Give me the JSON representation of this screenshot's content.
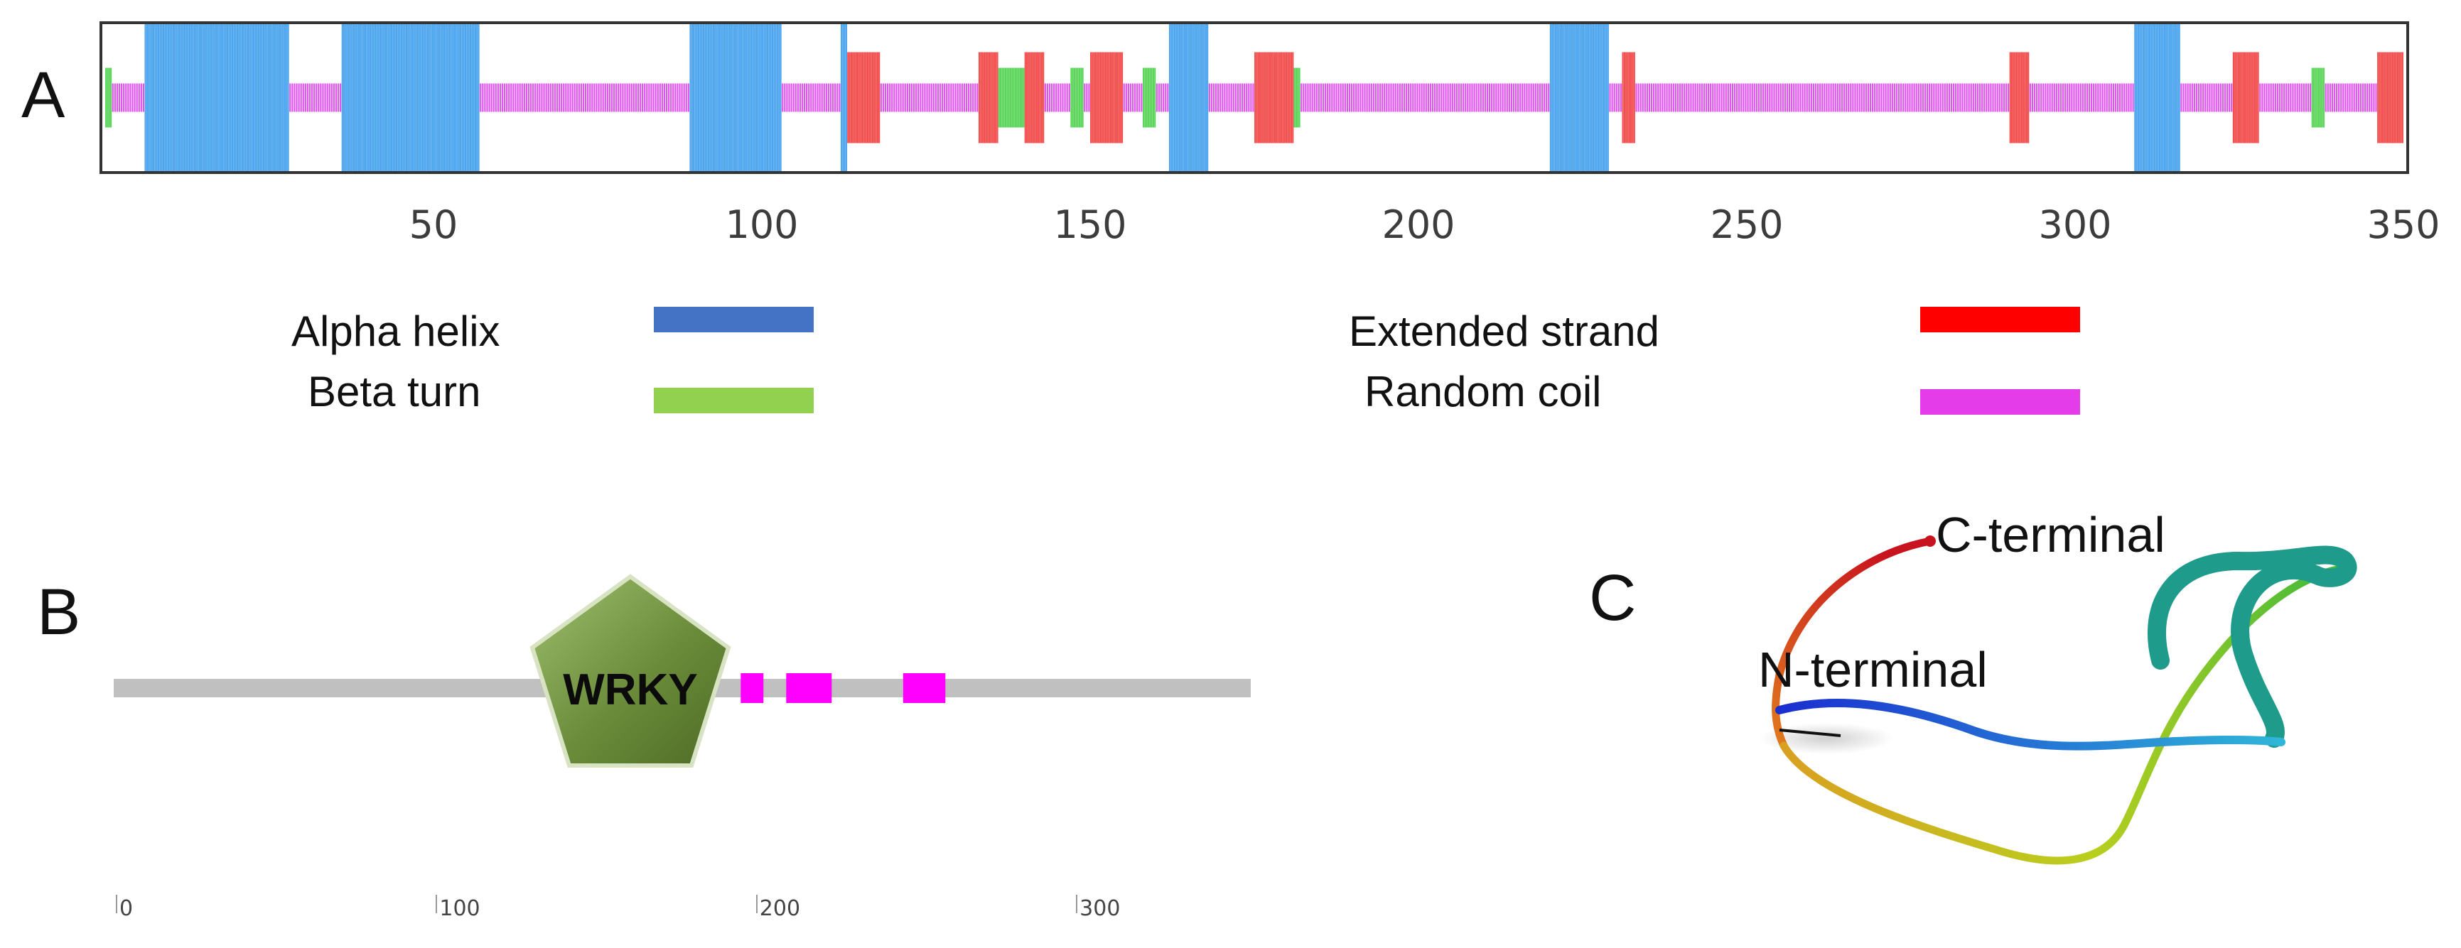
{
  "panels": {
    "a": {
      "letter": "A"
    },
    "b": {
      "letter": "B"
    },
    "c": {
      "letter": "C"
    }
  },
  "secondary_structure": {
    "length": 350,
    "axis_ticks": [
      "50",
      "100",
      "150",
      "200",
      "250",
      "300",
      "350"
    ],
    "colors": {
      "helix": "#4da6ee",
      "strand": "#f24f4f",
      "turn": "#5ed65e",
      "coil": "#df55ee"
    },
    "segments": [
      {
        "type": "turn",
        "start": 1,
        "end": 1
      },
      {
        "type": "coil",
        "start": 2,
        "end": 6
      },
      {
        "type": "helix",
        "start": 7,
        "end": 28
      },
      {
        "type": "coil",
        "start": 29,
        "end": 36
      },
      {
        "type": "helix",
        "start": 37,
        "end": 57
      },
      {
        "type": "coil",
        "start": 58,
        "end": 89
      },
      {
        "type": "helix",
        "start": 90,
        "end": 103
      },
      {
        "type": "coil",
        "start": 104,
        "end": 112
      },
      {
        "type": "helix",
        "start": 113,
        "end": 113
      },
      {
        "type": "strand",
        "start": 114,
        "end": 118
      },
      {
        "type": "coil",
        "start": 119,
        "end": 133
      },
      {
        "type": "strand",
        "start": 134,
        "end": 136
      },
      {
        "type": "turn",
        "start": 137,
        "end": 140
      },
      {
        "type": "strand",
        "start": 141,
        "end": 143
      },
      {
        "type": "coil",
        "start": 144,
        "end": 147
      },
      {
        "type": "turn",
        "start": 148,
        "end": 149
      },
      {
        "type": "coil",
        "start": 150,
        "end": 150
      },
      {
        "type": "strand",
        "start": 151,
        "end": 155
      },
      {
        "type": "coil",
        "start": 156,
        "end": 158
      },
      {
        "type": "turn",
        "start": 159,
        "end": 160
      },
      {
        "type": "coil",
        "start": 161,
        "end": 162
      },
      {
        "type": "helix",
        "start": 163,
        "end": 168
      },
      {
        "type": "coil",
        "start": 169,
        "end": 175
      },
      {
        "type": "strand",
        "start": 176,
        "end": 181
      },
      {
        "type": "turn",
        "start": 182,
        "end": 182
      },
      {
        "type": "coil",
        "start": 183,
        "end": 220
      },
      {
        "type": "helix",
        "start": 221,
        "end": 229
      },
      {
        "type": "coil",
        "start": 230,
        "end": 231
      },
      {
        "type": "strand",
        "start": 232,
        "end": 233
      },
      {
        "type": "coil",
        "start": 234,
        "end": 290
      },
      {
        "type": "strand",
        "start": 291,
        "end": 293
      },
      {
        "type": "coil",
        "start": 294,
        "end": 309
      },
      {
        "type": "helix",
        "start": 310,
        "end": 316
      },
      {
        "type": "coil",
        "start": 317,
        "end": 324
      },
      {
        "type": "strand",
        "start": 325,
        "end": 328
      },
      {
        "type": "coil",
        "start": 329,
        "end": 336
      },
      {
        "type": "turn",
        "start": 337,
        "end": 338
      },
      {
        "type": "coil",
        "start": 339,
        "end": 346
      },
      {
        "type": "strand",
        "start": 347,
        "end": 350
      }
    ],
    "legend": [
      {
        "key": "helix",
        "label": "Alpha helix",
        "color": "#4472c4"
      },
      {
        "key": "turn",
        "label": "Beta turn",
        "color": "#92d050"
      },
      {
        "key": "strand",
        "label": "Extended strand",
        "color": "#ff0000"
      },
      {
        "key": "coil",
        "label": "Random coil",
        "color": "#e43ce8"
      }
    ]
  },
  "domain_map": {
    "domain_label": "WRKY",
    "length": 350,
    "axis_ticks": [
      "0",
      "100",
      "200",
      "300"
    ],
    "domain_color": "#6b8c3a",
    "backbone_color": "#c0c0c0",
    "motif_color": "#ff00ff",
    "motifs": [
      {
        "start": 193,
        "end": 200
      },
      {
        "start": 207,
        "end": 221
      },
      {
        "start": 243,
        "end": 256
      }
    ]
  },
  "structure_3d": {
    "c_terminal_label": "C-terminal",
    "n_terminal_label": "N-terminal"
  }
}
